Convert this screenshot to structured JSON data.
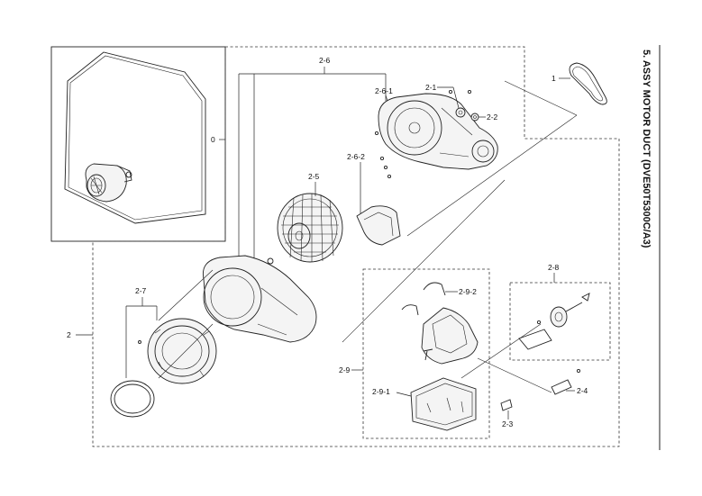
{
  "title": "5. ASSY MOTOR DUCT (DVE50T5300C/A3)",
  "labels": {
    "l0": "0",
    "l1": "1",
    "l2": "2",
    "l2_1": "2-1",
    "l2_2": "2-2",
    "l2_3": "2-3",
    "l2_4": "2-4",
    "l2_5": "2-5",
    "l2_6": "2-6",
    "l2_6_1": "2-6-1",
    "l2_6_2": "2-6-2",
    "l2_7": "2-7",
    "l2_8": "2-8",
    "l2_9": "2-9",
    "l2_9_1": "2-9-1",
    "l2_9_2": "2-9-2"
  }
}
